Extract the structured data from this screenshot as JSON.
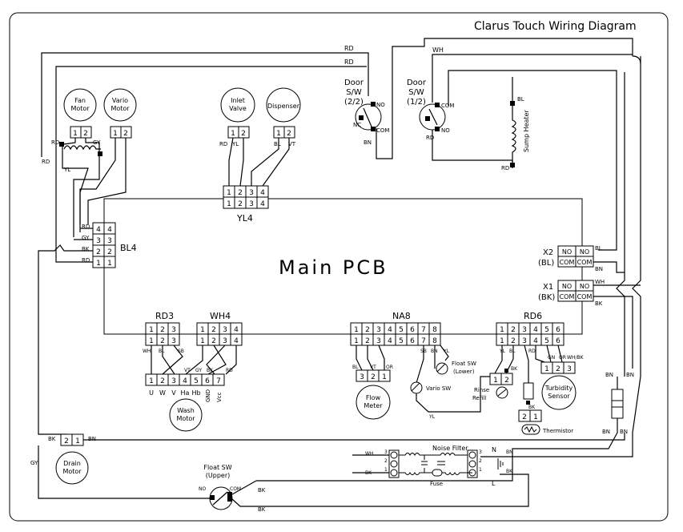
{
  "title": "Clarus Touch Wiring Diagram",
  "pcb_label": "Main PCB",
  "components": {
    "fan_motor": [
      "Fan",
      "Motor"
    ],
    "vario_motor": [
      "Vario",
      "Motor"
    ],
    "inlet_valve": [
      "Inlet",
      "Valve"
    ],
    "dispenser": "Dispenser",
    "door_sw_2": [
      "Door",
      "S/W",
      "(2/2)"
    ],
    "door_sw_1": [
      "Door",
      "S/W",
      "(1/2)"
    ],
    "sump_heater": "Sump Heater",
    "wash_motor": [
      "Wash",
      "Motor"
    ],
    "flow_meter": [
      "Flow",
      "Meter"
    ],
    "vario_sw": "Vario SW",
    "float_sw_lower": [
      "Float SW",
      "(Lower)"
    ],
    "rinse_refill": [
      "Rinse",
      "Refill"
    ],
    "turbidity_sensor": [
      "Turbidity",
      "Sensor"
    ],
    "thermistor": "Thermistor",
    "drain_motor": [
      "Drain",
      "Motor"
    ],
    "float_sw_upper": [
      "Float SW",
      "(Upper)"
    ],
    "noise_filter": "Noise Filter",
    "fuse": "Fuse"
  },
  "connectors": {
    "bl4": "BL4",
    "yl4": "YL4",
    "rd3": "RD3",
    "wh4": "WH4",
    "na8": "NA8",
    "rd6": "RD6",
    "x2": [
      "X2",
      "(BL)"
    ],
    "x1": [
      "X1",
      "(BK)"
    ]
  },
  "pins": {
    "no": "NO",
    "com": "COM",
    "nc": "NC",
    "n": "N",
    "l": "L"
  },
  "wash_motor_pins": [
    "U",
    "W",
    "V",
    "Ha",
    "Hb",
    "GND",
    "Vcc"
  ],
  "wire_colors": {
    "rd": "RD",
    "yl": "YL",
    "gy": "GY",
    "bk": "BK",
    "bl": "BL",
    "vt": "VT",
    "wh": "WH",
    "sb": "SB",
    "bn": "BN",
    "or": "OR",
    "gn": "GN",
    "wh_bk": "WH/BK"
  }
}
